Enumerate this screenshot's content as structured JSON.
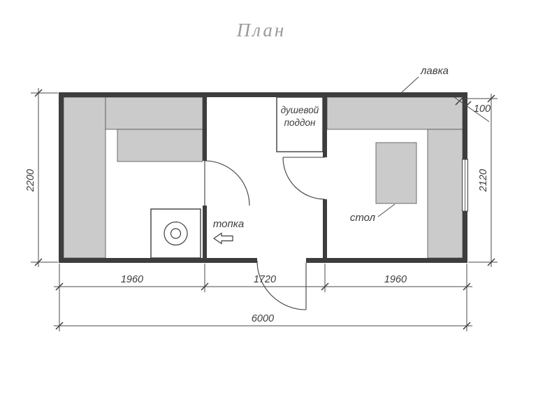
{
  "title": "План",
  "labels": {
    "bench": "лавка",
    "shower_tray_line1": "душевой",
    "shower_tray_line2": "поддон",
    "table": "стол",
    "furnace": "топка"
  },
  "dimensions": {
    "height_left": "2200",
    "height_right": "2120",
    "offset_top_right": "100",
    "bottom_segments": [
      "1960",
      "1720",
      "1960"
    ],
    "total_width": "6000"
  },
  "icons": {
    "furnace_arrow": "left-outline-arrow"
  },
  "colors": {
    "background": "#ffffff",
    "wall": "#3d3d3d",
    "bench_fill": "#cbcbcb",
    "dimension_line": "#4a4a4a",
    "title_text": "#9b9b9b",
    "label_text": "#3c3c3c"
  }
}
